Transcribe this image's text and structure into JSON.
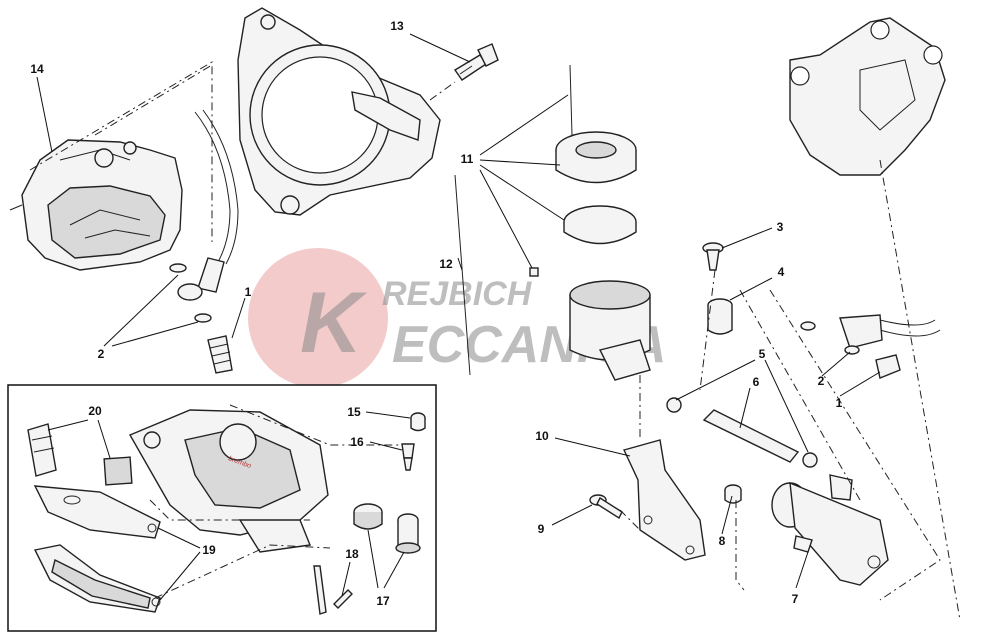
{
  "diagram": {
    "callouts": {
      "c1a": "1",
      "c1b": "1",
      "c2a": "2",
      "c2b": "2",
      "c3": "3",
      "c4": "4",
      "c5": "5",
      "c6": "6",
      "c7": "7",
      "c8": "8",
      "c9": "9",
      "c10": "10",
      "c11": "11",
      "c12": "12",
      "c13": "13",
      "c14": "14",
      "c15": "15",
      "c16": "16",
      "c17": "17",
      "c18": "18",
      "c19": "19",
      "c20": "20"
    },
    "watermark": {
      "line1": "REJBICH",
      "line2": "ECCANICA",
      "logo_letter": "K"
    },
    "caliper_brand": "brembo",
    "colors": {
      "line": "#222222",
      "watermark_red": "#e06b6b",
      "watermark_gray": "#8a8a8a"
    }
  }
}
